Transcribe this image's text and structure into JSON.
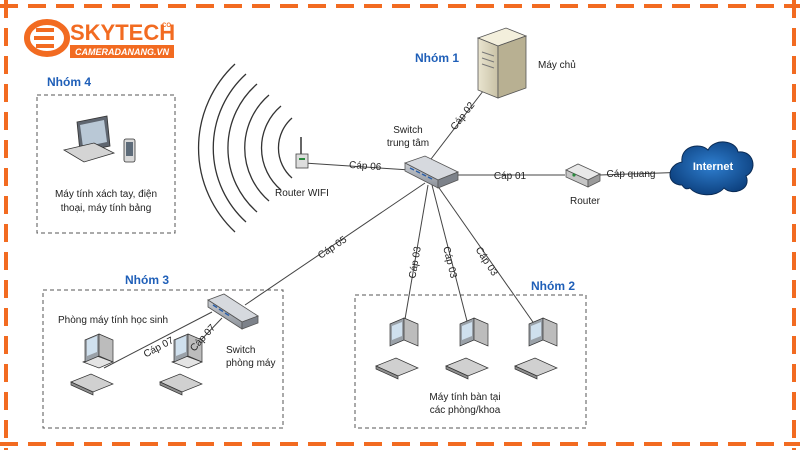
{
  "brand": {
    "name": "SKYTECH",
    "suffix": "CO",
    "website": "CAMERADANANG.VN",
    "accent": "#f26b21"
  },
  "groups": {
    "g1": "Nhóm 1",
    "g2": "Nhóm 2",
    "g3": "Nhóm 3",
    "g4": "Nhóm 4"
  },
  "devices": {
    "server": "Máy chủ",
    "core_switch": [
      "Switch",
      "trung tâm"
    ],
    "router_wifi": "Router WIFI",
    "router": "Router",
    "internet": "Internet",
    "lab_switch": [
      "Switch",
      "phòng máy"
    ],
    "lab_room": "Phòng máy tính học sinh",
    "mobile_desc": [
      "Máy tính xách tay, điện",
      "thoại, máy tính bảng"
    ],
    "desktops_desc": [
      "Máy tính bàn tại",
      "các phòng/khoa"
    ]
  },
  "cables": {
    "c01": "Cáp 01",
    "c02": "Cáp 02",
    "c03a": "Cáp 03",
    "c03b": "Cáp 03",
    "c03c": "Cáp 03",
    "c05": "Cáp 05",
    "c06": "Cáp 06",
    "c07a": "Cáp 07",
    "c07b": "Cáp 07",
    "fiber": "Cáp quang"
  }
}
